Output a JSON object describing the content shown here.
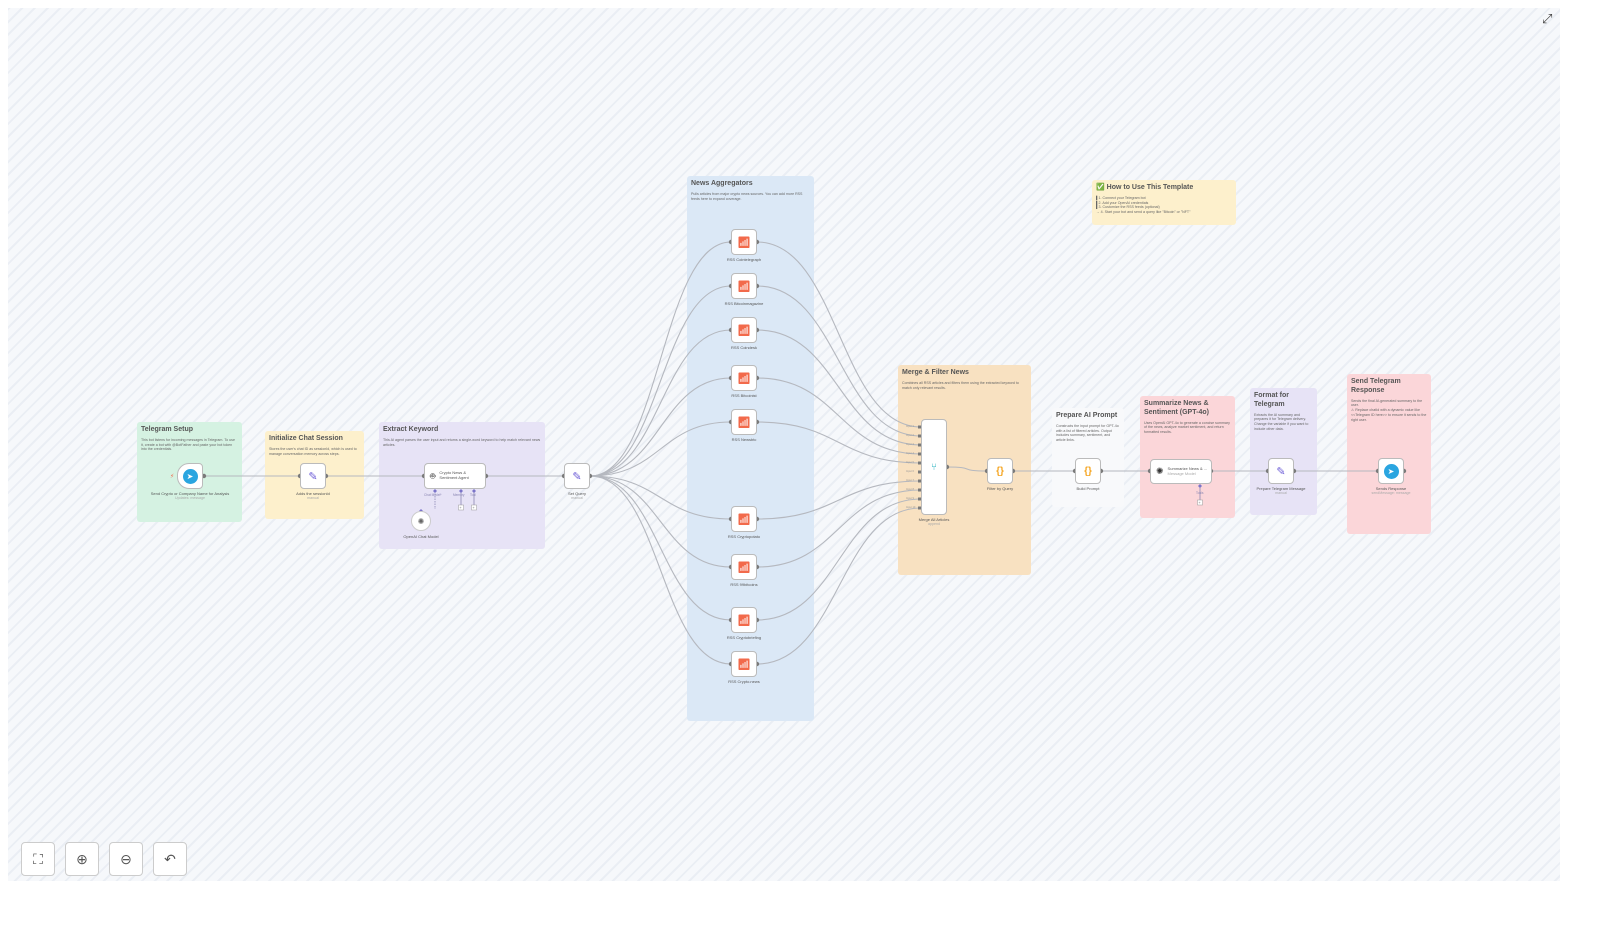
{
  "notes": {
    "telegram_setup": {
      "title": "Telegram Setup",
      "body": "This bot listens for incoming messages in Telegram. To use it, create a bot with @BotFather and paste your bot token into the credentials.",
      "color": "#d5f2e2"
    },
    "init_session": {
      "title": "Initialize Chat Session",
      "body": "Stores the user's chat ID as sessionId, which is used to manage conversation memory across steps.",
      "color": "#fdf0cc"
    },
    "extract_keyword": {
      "title": "Extract Keyword",
      "body": "This AI agent parses the user input and returns a single-word keyword to help match relevant news articles.",
      "color": "#e7e3f6"
    },
    "news_aggregators": {
      "title": "News Aggregators",
      "body": "Pulls articles from major crypto news sources. You can add more RSS feeds here to expand coverage.",
      "color": "#dbe8f6"
    },
    "how_to": {
      "title": "✅ How to Use This Template",
      "body": "▌1. Connect your Telegram bot\n▌2. Add your OpenAI credentials\n▌3. Customize the RSS feeds (optional)\n→ 4. Start your bot and send a query like \"Bitcoin\" or \"NFT\"",
      "color": "#fdf0cc"
    },
    "merge_filter": {
      "title": "Merge & Filter News",
      "body": "Combines all RSS articles and filters them using the extracted keyword to match only relevant results.",
      "color": "#f8e1c1"
    },
    "prepare_prompt": {
      "title": "Prepare AI Prompt",
      "body": "Constructs the input prompt for GPT-4o with a list of filtered articles. Output includes summary, sentiment, and article links.",
      "color": "#f8f9fb"
    },
    "summarize": {
      "title": "Summarize News & Sentiment (GPT-4o)",
      "body": "Uses OpenAI GPT-4o to generate a concise summary of the news, analyze market sentiment, and return formatted results.",
      "color": "#fbd6d9"
    },
    "format": {
      "title": "Format for Telegram",
      "body": "Extracts the AI summary and prepares it for Telegram delivery. Change the variable if you want to include other data.",
      "color": "#e7e3f6"
    },
    "send": {
      "title": "Send Telegram Response",
      "body": "Sends the final AI-generated summary to the user.\n⚠ Replace chatId with a dynamic value like <<Telegram ID here>> to ensure it sends to the right user.",
      "color": "#fbd6d9"
    }
  },
  "nodes": {
    "trigger": {
      "label": "Send Crypto or Company Name for Analysis",
      "sub": "Updates: message",
      "icon": "telegram-icon"
    },
    "session": {
      "label": "Adds the sessionId",
      "sub": "manual",
      "icon": "pencil-icon"
    },
    "agent": {
      "label": "Crypto News & Sentiment Agent",
      "icon": "robot-icon",
      "ports": [
        "Chat Model*",
        "Memory",
        "Tool"
      ]
    },
    "chatmodel": {
      "label": "OpenAI Chat Model",
      "icon": "openai-icon"
    },
    "setquery": {
      "label": "Set Query",
      "sub": "manual",
      "icon": "pencil-icon"
    },
    "rss": [
      "RSS Cointelegraph",
      "RSS Bitcoinmagazine",
      "RSS Coindesk",
      "RSS Bitcoinist",
      "RSS Newsbtc",
      "RSS Cryptopotato",
      "RSS 99bitcoins",
      "RSS Cryptobriefing",
      "RSS Crypto.news"
    ],
    "merge": {
      "label": "Merge All Articles",
      "sub": "append",
      "inputs": [
        "Input 1",
        "Input 2",
        "Input 3",
        "Input 4",
        "Input 5",
        "Input 6",
        "Input 7",
        "Input 8",
        "Input 9",
        "Input 10"
      ]
    },
    "filter": {
      "label": "Filter by Query",
      "icon": "code-icon"
    },
    "build": {
      "label": "Build Prompt",
      "icon": "code-icon"
    },
    "summarize": {
      "label": "Summarize News & ...",
      "sub": "Message Model",
      "port": "Tools"
    },
    "prepare": {
      "label": "Prepare Telegram Message",
      "sub": "manual"
    },
    "sendresp": {
      "label": "Sends Response",
      "sub": "sendMessage: message"
    }
  },
  "controls": [
    "fit-view",
    "zoom-in",
    "zoom-out",
    "undo"
  ],
  "colors": {
    "edge": "#b5b8bf",
    "handle": "#7a7a7a",
    "rss": "#f26a4b",
    "telegram": "#2aa5e0",
    "code": "#f5a623",
    "pencil": "#6b5bd6"
  }
}
